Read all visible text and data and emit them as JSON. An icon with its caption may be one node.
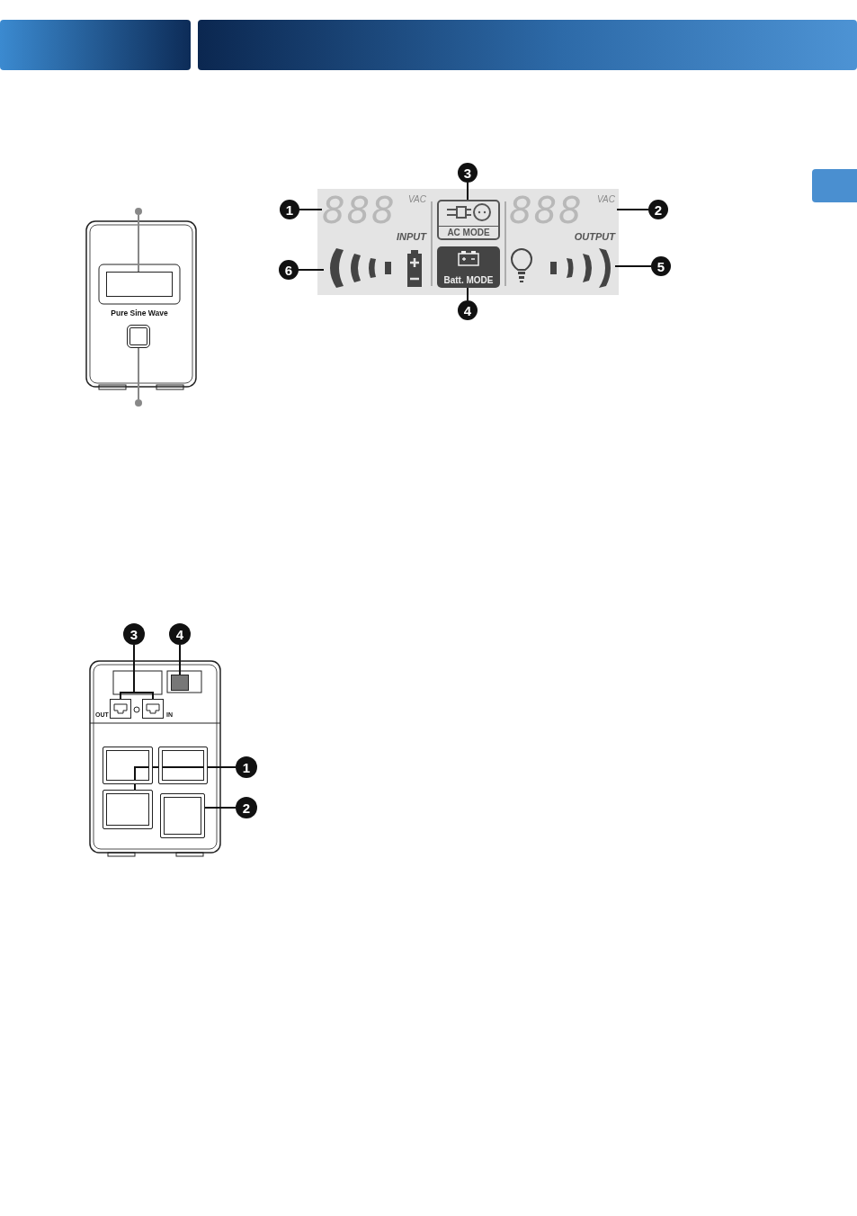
{
  "diagram": {
    "nodes": [
      {
        "text": [
          "1"
        ]
      },
      {
        "text": [
          "888",
          "VAC",
          "INPUT"
        ]
      },
      {
        "text": [
          "2"
        ]
      },
      {
        "text": [
          "888",
          "VAC",
          "OUTPUT"
        ]
      },
      {
        "text": [
          "3"
        ]
      },
      {
        "text": [
          "AC MODE"
        ]
      },
      {
        "text": [
          "4"
        ]
      },
      {
        "text": [
          "Batt. MODE"
        ]
      },
      {
        "text": [
          "5"
        ]
      },
      {
        "text": [],
        "shape": "bar"
      },
      {
        "text": [
          "6"
        ]
      },
      {
        "text": [],
        "shape": "bar"
      },
      {
        "text": [
          "3"
        ]
      },
      {
        "text": [],
        "shape": "box",
        "beside": [
          "OUT"
        ]
      },
      {
        "text": [],
        "shape": "box",
        "beside": [
          "IN"
        ]
      },
      {
        "text": [
          "4"
        ]
      },
      {
        "text": [],
        "shape": "box"
      },
      {
        "text": [
          "1"
        ]
      },
      {
        "text": [],
        "shape": "box"
      },
      {
        "text": [],
        "shape": "box"
      },
      {
        "text": [],
        "shape": "box"
      },
      {
        "text": [
          "2"
        ]
      },
      {
        "text": [],
        "shape": "box"
      },
      {
        "text": [],
        "shape": "circle"
      },
      {
        "text": [],
        "shape": "box"
      },
      {
        "text": [],
        "shape": "box"
      },
      {
        "text": [],
        "shape": "circle"
      }
    ],
    "edges": [
      {
        "from": 0,
        "to": 1,
        "arrow": "none"
      },
      {
        "from": 2,
        "to": 3,
        "arrow": "none"
      },
      {
        "from": 4,
        "to": 5,
        "arrow": "none"
      },
      {
        "from": 6,
        "to": 7,
        "arrow": "none"
      },
      {
        "from": 8,
        "to": 11,
        "arrow": "none"
      },
      {
        "from": 10,
        "to": 9,
        "arrow": "none"
      },
      {
        "from": 12,
        "to": 13,
        "arrow": "none"
      },
      {
        "from": 12,
        "to": 14,
        "arrow": "none"
      },
      {
        "from": 15,
        "to": 16,
        "arrow": "none"
      },
      {
        "from": 17,
        "to": 18,
        "arrow": "none"
      },
      {
        "from": 17,
        "to": 19,
        "arrow": "none"
      },
      {
        "from": 17,
        "to": 20,
        "arrow": "none"
      },
      {
        "from": 21,
        "to": 22,
        "arrow": "none"
      },
      {
        "from": 23,
        "to": 24,
        "arrow": "none",
        "color": "#888888"
      },
      {
        "from": 25,
        "to": 26,
        "arrow": "none",
        "color": "#888888"
      }
    ],
    "labels": [
      "Pure Sine Wave"
    ]
  }
}
